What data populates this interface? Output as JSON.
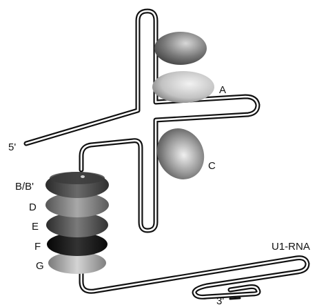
{
  "diagram": {
    "labels": {
      "five_prime": "5'",
      "three_prime": "3'",
      "rna": "U1-RNA",
      "protein_a": "A",
      "protein_c": "C",
      "protein_bb": "B/B'",
      "protein_d": "D",
      "protein_e": "E",
      "protein_f": "F",
      "protein_g": "G"
    },
    "colors": {
      "rna_line": "#111111",
      "protein_a": "#c8c8c8",
      "protein_c": "#8e8e8e",
      "protein_upper": "#7a7a7a",
      "protein_bb": "#505050",
      "protein_d": "#8a8a8a",
      "protein_e": "#5c5c5c",
      "protein_f": "#1c1c1c",
      "protein_g": "#b0b0b0"
    }
  }
}
